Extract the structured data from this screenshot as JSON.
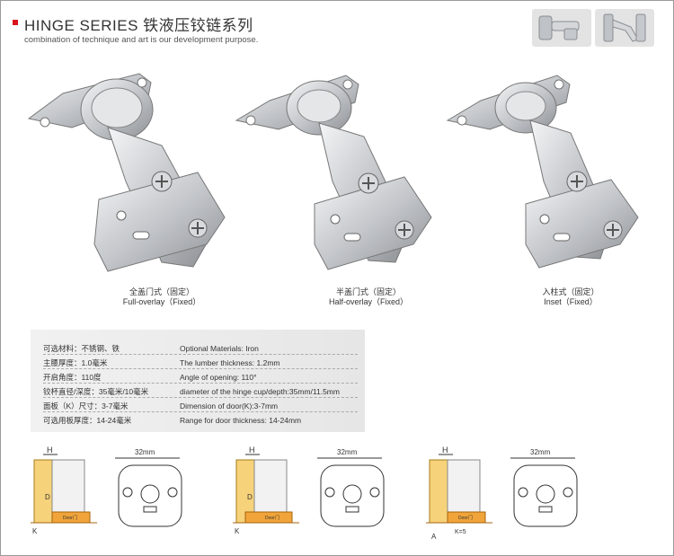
{
  "header": {
    "title": "HINGE SERIES 铁液压铰链系列",
    "subtitle": "combination of technique and art is our development purpose."
  },
  "thumbnails": [
    {
      "icon": "hinge-closed-thumbnail"
    },
    {
      "icon": "hinge-open-thumbnail"
    }
  ],
  "hinges": [
    {
      "cn": "全盖门式（固定）",
      "en": "Full-overlay（Fixed）"
    },
    {
      "cn": "半盖门式（固定）",
      "en": "Half-overlay（Fixed）"
    },
    {
      "cn": "入柱式（固定）",
      "en": "Inset（Fixed）"
    }
  ],
  "specs": [
    {
      "cn": "可选材料：不锈钢、铁",
      "en": "Optional Materials: Iron"
    },
    {
      "cn": "主腰厚度：1.0毫米",
      "en": "The lumber thickness: 1.2mm"
    },
    {
      "cn": "开启角度：110度",
      "en": "Angle of opening: 110°"
    },
    {
      "cn": "铰杯直径/深度：35毫米/10毫米",
      "en": "diameter of the hinge cup/depth:35mm/11.5mm"
    },
    {
      "cn": "面板（K）尺寸：3-7毫米",
      "en": "Dimension of door(K):3-7mm"
    },
    {
      "cn": "可选用板厚度：14-24毫米",
      "en": "Range for door thickness: 14-24mm"
    }
  ],
  "diagrams": {
    "dim_32": "32mm",
    "label_h": "H",
    "label_k": "K",
    "label_d": "D",
    "label_a": "A",
    "label_k5": "K=5",
    "label_door": "Door门"
  },
  "colors": {
    "accent_red": "#d9141b",
    "door_orange": "#f0a43a",
    "cabinet_yellow": "#f6d27a",
    "steel": "#c9ccd0"
  }
}
